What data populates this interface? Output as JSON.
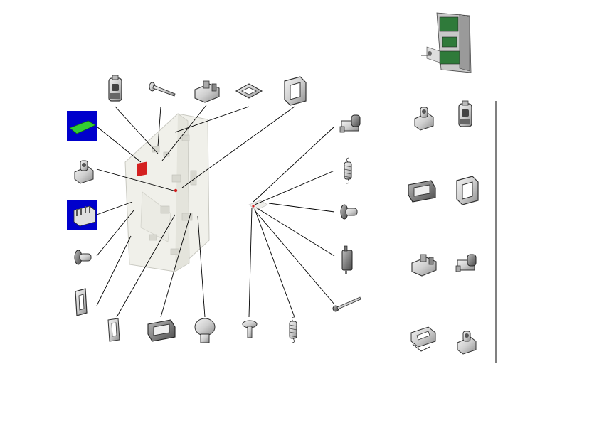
{
  "diagram": {
    "title": "",
    "colors": {
      "line": "#000000",
      "part_fill": "#d9d9d9",
      "part_stroke": "#3a3a3a",
      "part_dark": "#555555",
      "board_fill": "#f0f0ea",
      "highlight_red": "#d42020",
      "pcb_green": "#33cc33",
      "thumb_blue": "#0000cc",
      "overview_green": "#2f7a3a",
      "divider": "#000000"
    },
    "parts": [
      {
        "name": "green-pcb-strip-part",
        "icon": "pcb-strip"
      },
      {
        "name": "spring-clip-part-left",
        "icon": "spring-clip"
      },
      {
        "name": "terminal-block-part",
        "icon": "terminal-block"
      },
      {
        "name": "pin-plug-part-left",
        "icon": "pin-plug"
      },
      {
        "name": "frame-bracket-part-left",
        "icon": "frame-bracket"
      },
      {
        "name": "latch-bracket-part-top",
        "icon": "latch-bracket"
      },
      {
        "name": "long-bolt-part-top",
        "icon": "long-bolt"
      },
      {
        "name": "clamp-part-top",
        "icon": "clamp"
      },
      {
        "name": "square-frame-part-top",
        "icon": "square-frame"
      },
      {
        "name": "large-bracket-part-top",
        "icon": "large-bracket"
      },
      {
        "name": "small-frame-part-bottom",
        "icon": "small-frame"
      },
      {
        "name": "cable-gland-part-bottom",
        "icon": "cable-gland"
      },
      {
        "name": "round-knob-part-bottom",
        "icon": "round-knob"
      },
      {
        "name": "screw-part-bottom",
        "icon": "screw"
      },
      {
        "name": "spring-part-bottom",
        "icon": "spring"
      },
      {
        "name": "clip-part-right-1",
        "icon": "clip"
      },
      {
        "name": "spring-part-right",
        "icon": "spring"
      },
      {
        "name": "pin-plug-part-right",
        "icon": "pin-plug"
      },
      {
        "name": "microswitch-part-right",
        "icon": "microswitch"
      },
      {
        "name": "long-screw-part-right",
        "icon": "long-screw"
      }
    ],
    "alternates": [
      {
        "name": "alt-clip-a",
        "icon": "spring-clip"
      },
      {
        "name": "alt-latch-a",
        "icon": "latch-bracket"
      },
      {
        "name": "alt-gland-a",
        "icon": "cable-gland"
      },
      {
        "name": "alt-bracket-b",
        "icon": "large-bracket"
      },
      {
        "name": "alt-clamp-a",
        "icon": "clamp"
      },
      {
        "name": "alt-clip-b",
        "icon": "clip"
      },
      {
        "name": "alt-holder-a",
        "icon": "holder"
      },
      {
        "name": "alt-clip-c",
        "icon": "spring-clip"
      }
    ]
  }
}
